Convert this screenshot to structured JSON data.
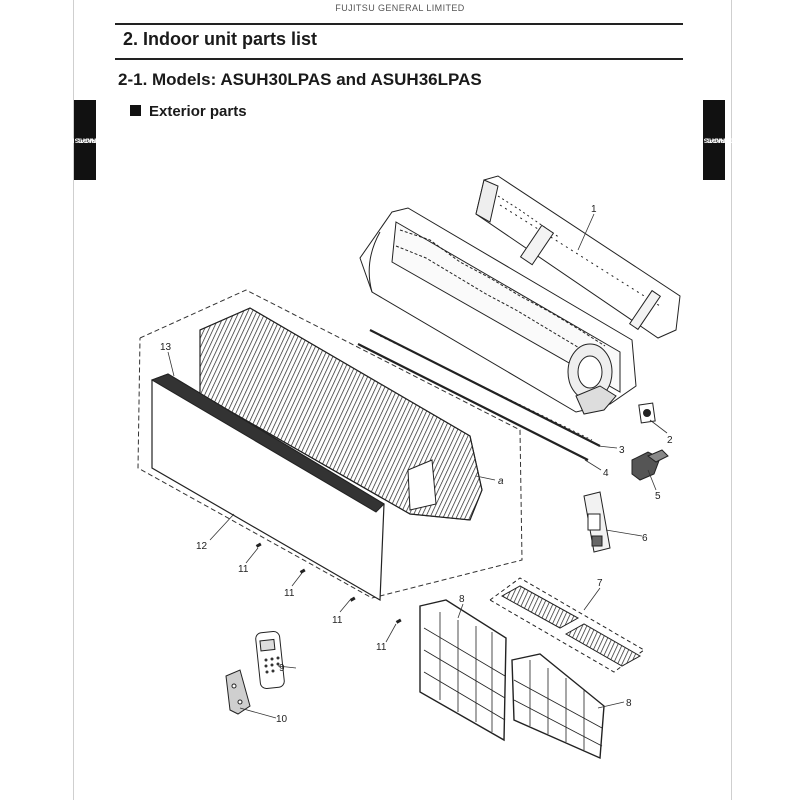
{
  "header": {
    "brand": "FUJITSU GENERAL LIMITED"
  },
  "section_title": "2. Indoor unit parts list",
  "subsection_title": "2-1. Models: ASUH30LPAS and ASUH36LPAS",
  "subheading": "Exterior parts",
  "side_tab_left": {
    "line1": "TECHNICAL DATA",
    "line2": "AND PARTS LIST"
  },
  "side_tab_right": {
    "line1": "TECHNICAL DATA",
    "line2": "AND PARTS LIST"
  },
  "callouts": {
    "c1": "1",
    "c2": "2",
    "c3": "3",
    "c4": "4",
    "c5": "5",
    "c6": "6",
    "c7": "7",
    "c8a": "8",
    "c8b": "8",
    "c9": "9",
    "c10": "10",
    "c11a": "11",
    "c11b": "11",
    "c11c": "11",
    "c11d": "11",
    "c12": "12",
    "c13": "13",
    "ca": "a"
  }
}
